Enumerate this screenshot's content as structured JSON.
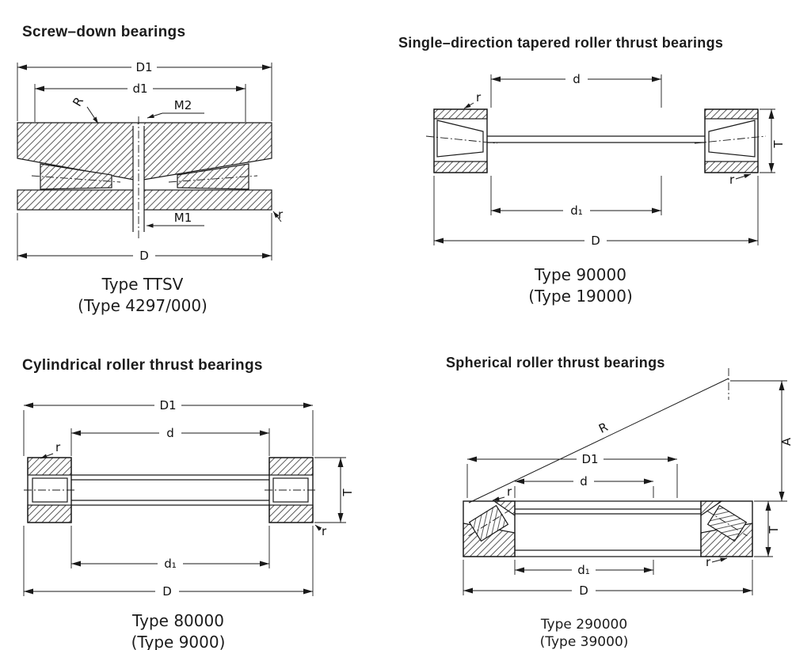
{
  "page": {
    "background": "#ffffff",
    "line_color": "#1a1a1a",
    "text_color": "#111111"
  },
  "diagrams": {
    "screw_down": {
      "title": "Screw–down bearings",
      "caption": [
        "Type TTSV",
        "(Type 4297/000)"
      ],
      "dims": {
        "D1": "D1",
        "d1": "d1",
        "R": "R",
        "M2": "M2",
        "M1": "M1",
        "r": "r",
        "D": "D"
      }
    },
    "tapered": {
      "title": "Single–direction tapered roller thrust bearings",
      "caption": [
        "Type 90000",
        "(Type 19000)"
      ],
      "dims": {
        "d": "d",
        "r_left": "r",
        "T": "T",
        "r_right": "r",
        "d1": "d₁",
        "D": "D"
      }
    },
    "cylindrical": {
      "title": "Cylindrical roller thrust bearings",
      "caption": [
        "Type 80000",
        "(Type 9000)"
      ],
      "dims": {
        "D1": "D1",
        "d": "d",
        "r_left": "r",
        "T": "T",
        "r_right": "r",
        "d1": "d₁",
        "D": "D"
      }
    },
    "spherical": {
      "title": "Spherical roller thrust bearings",
      "caption": [
        "Type 290000",
        "(Type 39000)"
      ],
      "dims": {
        "R": "R",
        "A": "A",
        "D1": "D1",
        "d": "d",
        "r_left": "r",
        "T": "T",
        "r_right": "r",
        "d1": "d₁",
        "D": "D"
      }
    }
  }
}
